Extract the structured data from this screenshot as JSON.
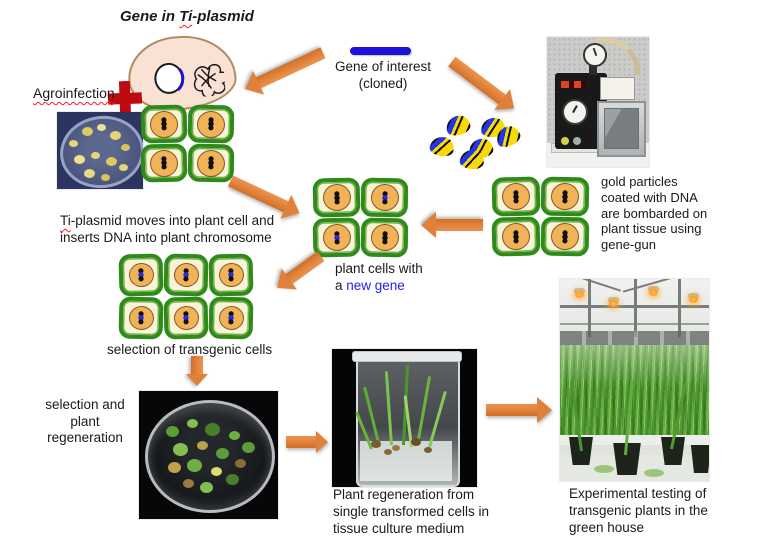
{
  "colors": {
    "arrow": "#e0813a",
    "gene_bar": "#1b14d8",
    "new_gene": "#2323e8",
    "cell_green": "#2e8b1a",
    "cell_fill": "#faf3d8",
    "nucleus": "#f2b257",
    "chrom_blue": "#2b2be0",
    "cross": "#bf0a12",
    "squiggle": "#ff1a1a",
    "text": "#1a1a1a"
  },
  "top": {
    "title": {
      "prefix": "Gene in ",
      "ti": "Ti",
      "suffix": "-plasmid"
    },
    "agroinfection": "Agroinfection",
    "gene_of_interest": {
      "line1": "Gene of interest",
      "line2": "(cloned)"
    }
  },
  "right": {
    "gene_gun_caption_lines": [
      "gold particles",
      "coated with DNA",
      "are bombarded on",
      "plant tissue using",
      "gene-gun"
    ]
  },
  "middle": {
    "ti_caption": {
      "ti": "Ti",
      "line1_rest": "-plasmid moves into plant cell and",
      "line2": "inserts DNA into plant chromosome"
    },
    "new_gene_caption": {
      "line1": "plant cells with",
      "line2_black": "a ",
      "line2_blue": "new gene"
    },
    "selection_caption": "selection of transgenic cells"
  },
  "bottom": {
    "selection_regeneration_lines": [
      "selection and",
      "plant",
      "regeneration"
    ],
    "tissue_culture_lines": [
      "Plant regeneration from",
      "single transformed cells in",
      "tissue culture medium"
    ],
    "greenhouse_lines": [
      "Experimental testing of",
      "transgenic plants in the",
      "green house"
    ]
  },
  "cell_groups": {
    "infected": [
      "n",
      "n",
      "n",
      "n"
    ],
    "center_new_gene": [
      "n",
      "t",
      "t",
      "n"
    ],
    "bombarded": [
      "n",
      "n",
      "n",
      "n"
    ],
    "selected_transgenic": [
      "t",
      "t",
      "t",
      "t",
      "t",
      "t"
    ]
  }
}
